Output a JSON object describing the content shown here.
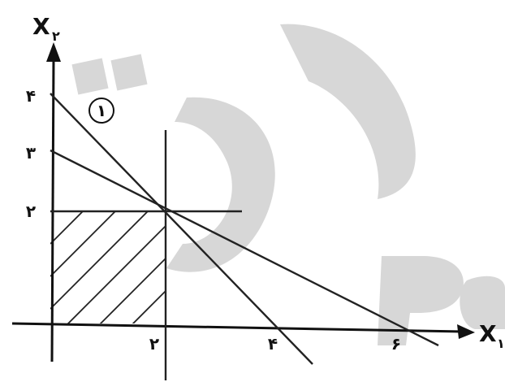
{
  "axes": {
    "x_label": "X",
    "x_subscript": "۱",
    "y_label": "X",
    "y_subscript": "۲"
  },
  "ticks": {
    "y_4": "۴",
    "y_3": "۳",
    "y_2": "۲",
    "x_2": "۲",
    "x_4": "۴",
    "x_6": "۶"
  },
  "constraint_marker": "۱",
  "watermark_text": "Pa",
  "colors": {
    "ink": "#111111",
    "watermark": "#d7d7d7",
    "background": "#ffffff"
  }
}
